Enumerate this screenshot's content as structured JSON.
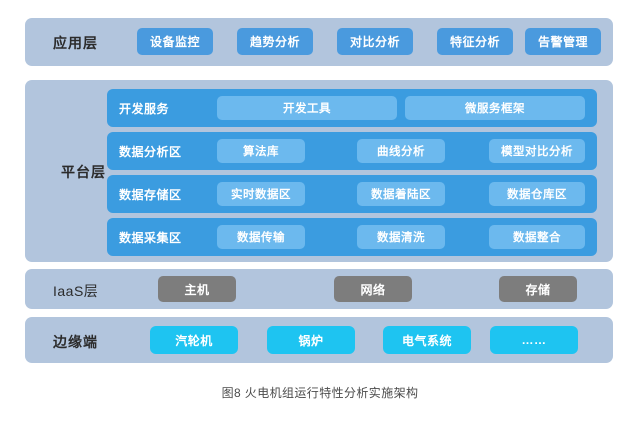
{
  "figure": {
    "caption": "图8 火电机组运行特性分析实施架构"
  },
  "layers": {
    "application": {
      "label": "应用层",
      "chips": [
        {
          "label": "设备监控"
        },
        {
          "label": "趋势分析"
        },
        {
          "label": "对比分析"
        },
        {
          "label": "特征分析"
        },
        {
          "label": "告警管理"
        }
      ]
    },
    "platform": {
      "label": "平台层",
      "rows": [
        {
          "label": "开发服务",
          "chips": [
            {
              "label": "开发工具"
            },
            {
              "label": "微服务框架"
            }
          ]
        },
        {
          "label": "数据分析区",
          "chips": [
            {
              "label": "算法库"
            },
            {
              "label": "曲线分析"
            },
            {
              "label": "模型对比分析"
            }
          ]
        },
        {
          "label": "数据存储区",
          "chips": [
            {
              "label": "实时数据区"
            },
            {
              "label": "数据着陆区"
            },
            {
              "label": "数据仓库区"
            }
          ]
        },
        {
          "label": "数据采集区",
          "chips": [
            {
              "label": "数据传输"
            },
            {
              "label": "数据清洗"
            },
            {
              "label": "数据整合"
            }
          ]
        }
      ]
    },
    "iaas": {
      "label": "IaaS层",
      "chips": [
        {
          "label": "主机"
        },
        {
          "label": "网络"
        },
        {
          "label": "存储"
        }
      ]
    },
    "edge": {
      "label": "边缘端",
      "chips": [
        {
          "label": "汽轮机"
        },
        {
          "label": "锅炉"
        },
        {
          "label": "电气系统"
        },
        {
          "label": "……"
        }
      ]
    }
  },
  "colors": {
    "canvas": "#ffffff",
    "layer_container": "#b2c5dd",
    "application_chip": "#4a9ade",
    "platform_row": "#3b9ce0",
    "platform_chip": "#6cb9ee",
    "iaas_chip": "#7d7d7d",
    "edge_chip": "#1ec4f1",
    "label_text": "#2b2b2b",
    "chip_text": "#ffffff",
    "caption_text": "#4b4b4b"
  }
}
